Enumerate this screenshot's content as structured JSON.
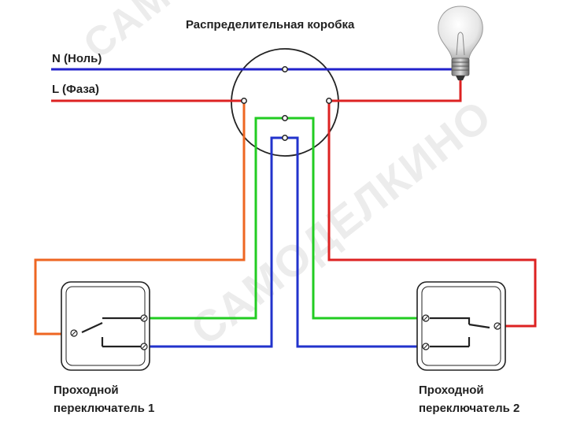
{
  "labels": {
    "box_title": "Распределительная коробка",
    "neutral": "N (Ноль)",
    "phase": "L (Фаза)",
    "switch1_line1": "Проходной",
    "switch1_line2": "переключатель 1",
    "switch2_line1": "Проходной",
    "switch2_line2": "переключатель 2"
  },
  "watermark": "САМОДЕЛКИНО",
  "colors": {
    "neutral_wire": "#2222cc",
    "phase_wire": "#dd2222",
    "traveler_green": "#22cc22",
    "traveler_blue": "#2233cc",
    "switch_feed_orange": "#ee6622",
    "outline": "#222222"
  },
  "icons": [
    "light-bulb-icon",
    "junction-box",
    "switch-1",
    "switch-2"
  ]
}
